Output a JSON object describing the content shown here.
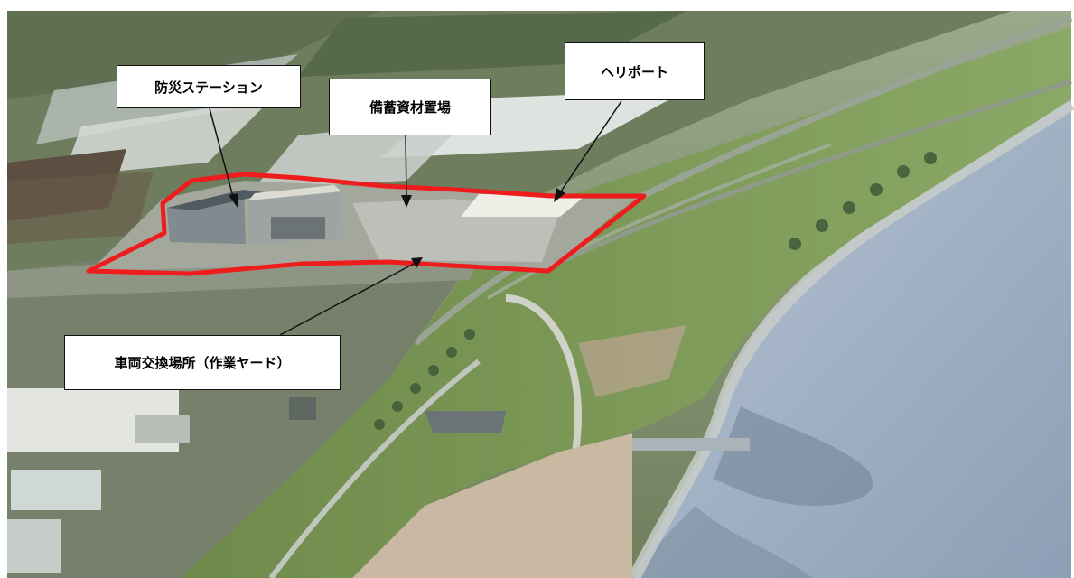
{
  "callouts": {
    "disaster_station": "防災ステーション",
    "stockpile_area": "備蓄資材置場",
    "heliport": "ヘリポート",
    "vehicle_exchange": "車両交換場所（作業ヤード）"
  },
  "colors": {
    "boundary": "#ee1c1c",
    "river": "#9fb0c4",
    "levee_grass": "#7a9a55",
    "fields": "#7d8a6b"
  }
}
